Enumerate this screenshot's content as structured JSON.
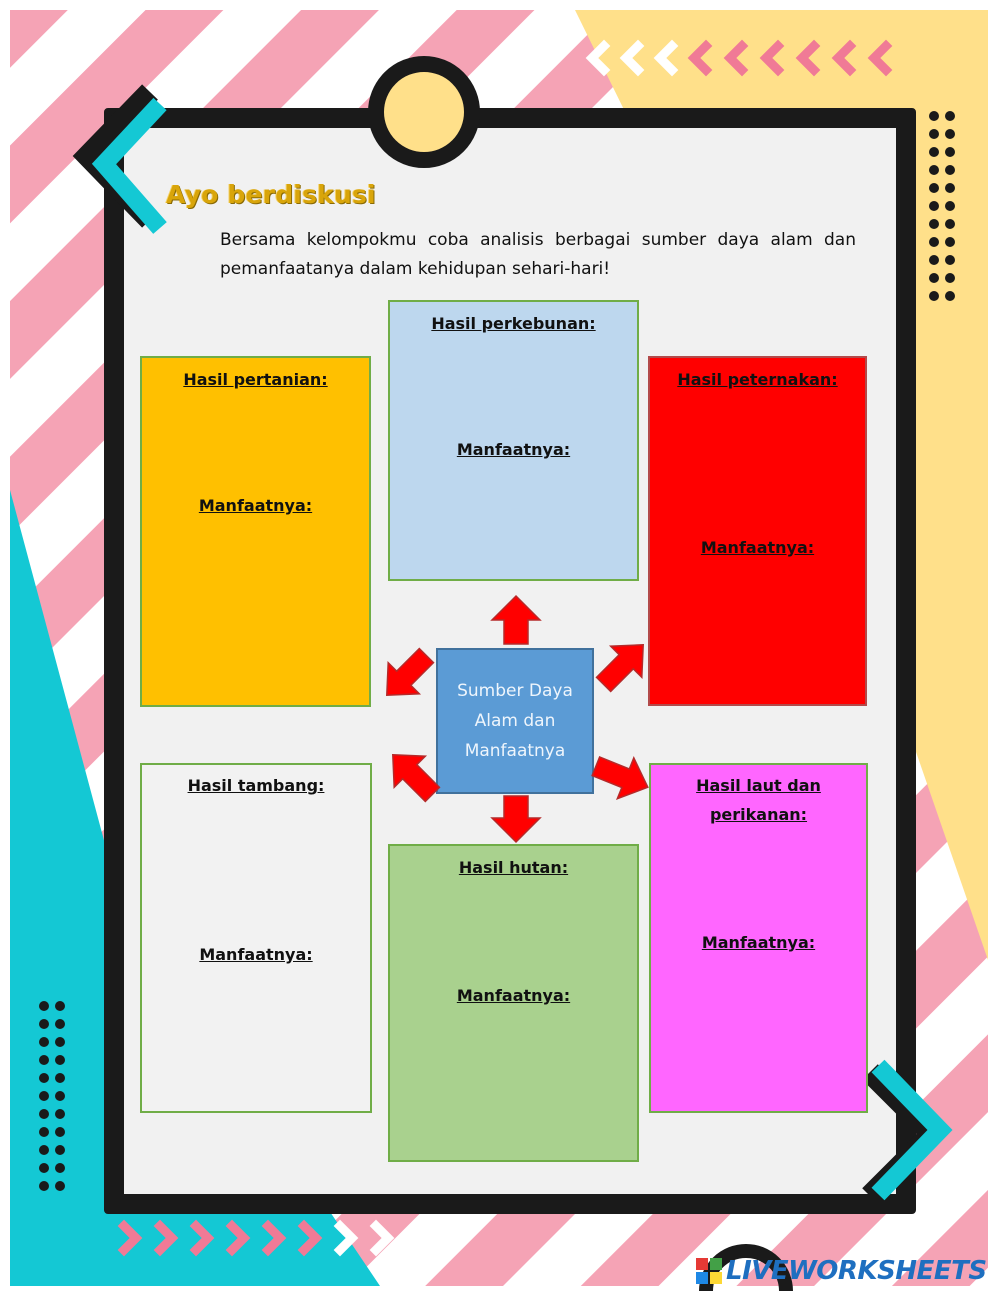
{
  "worksheet": {
    "title": "Ayo berdiskusi",
    "instruction": "Bersama kelompokmu coba analisis berbagai sumber daya alam dan pemanfaatanya dalam kehidupan sehari-hari!"
  },
  "center": {
    "line1": "Sumber Daya",
    "line2": "Alam dan",
    "line3": "Manfaatnya"
  },
  "boxes": {
    "pertanian": {
      "heading": "Hasil pertanian:",
      "benefit": "Manfaatnya:",
      "color": "#ffc000"
    },
    "perkebunan": {
      "heading": "Hasil perkebunan:",
      "benefit": "Manfaatnya:",
      "color": "#bdd7ee"
    },
    "peternakan": {
      "heading": "Hasil peternakan:",
      "benefit": "Manfaatnya:",
      "color": "#ff0000"
    },
    "tambang": {
      "heading": "Hasil tambang:",
      "benefit": "Manfaatnya:",
      "color": "#f2f2f2"
    },
    "hutan": {
      "heading": "Hasil hutan:",
      "benefit": "Manfaatnya:",
      "color": "#a9d18e"
    },
    "laut": {
      "heading_line1": "Hasil laut dan",
      "heading_line2": "perikanan:",
      "benefit": "Manfaatnya:",
      "color": "#ff66ff"
    }
  },
  "watermark": {
    "text": "LIVEWORKSHEETS",
    "icon": "liveworksheets-logo-icon"
  },
  "colors": {
    "stripe_pink": "#f5a3b5",
    "cyan": "#14c8d4",
    "yellow": "#ffe08a",
    "frame": "#1a1a1a",
    "arrow": "#ff0000",
    "title": "#d9a50a"
  }
}
